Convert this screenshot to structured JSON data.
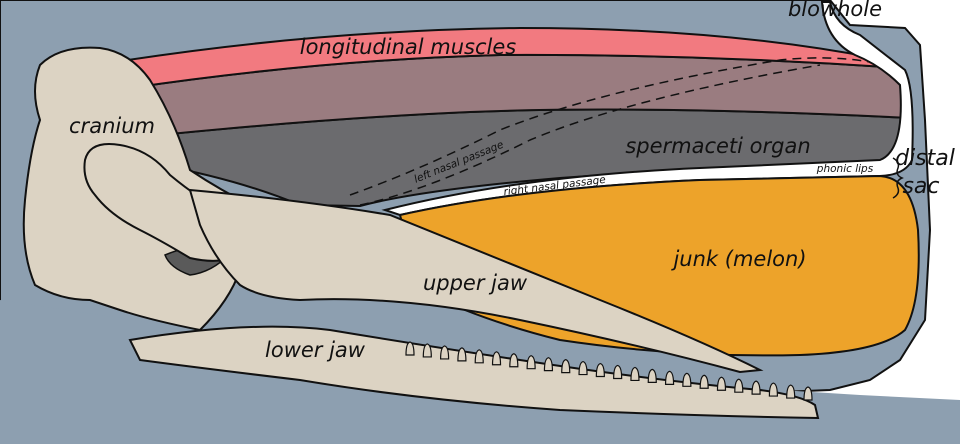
{
  "labels": {
    "blowhole": "blowhole",
    "longitudinal_muscles": "longitudinal muscles",
    "cranium": "cranium",
    "spermaceti_organ": "spermaceti organ",
    "distal": "distal",
    "sac": "sac",
    "phonic_lips": "phonic lips",
    "left_nasal_passage": "left nasal passage",
    "right_nasal_passage": "right nasal passage",
    "junk_melon": "junk (melon)",
    "upper_jaw": "upper jaw",
    "lower_jaw": "lower jaw"
  },
  "colors": {
    "skin": "#8d9fb0",
    "muscle": "#f27a80",
    "mauve": "#9a7c80",
    "spermaceti": "#6b6b6e",
    "junk": "#eda32a",
    "bone": "#dcd3c3",
    "bone_dark": "#5a5a5a",
    "outline": "#111111"
  },
  "teeth": {
    "lower_count": 24
  }
}
